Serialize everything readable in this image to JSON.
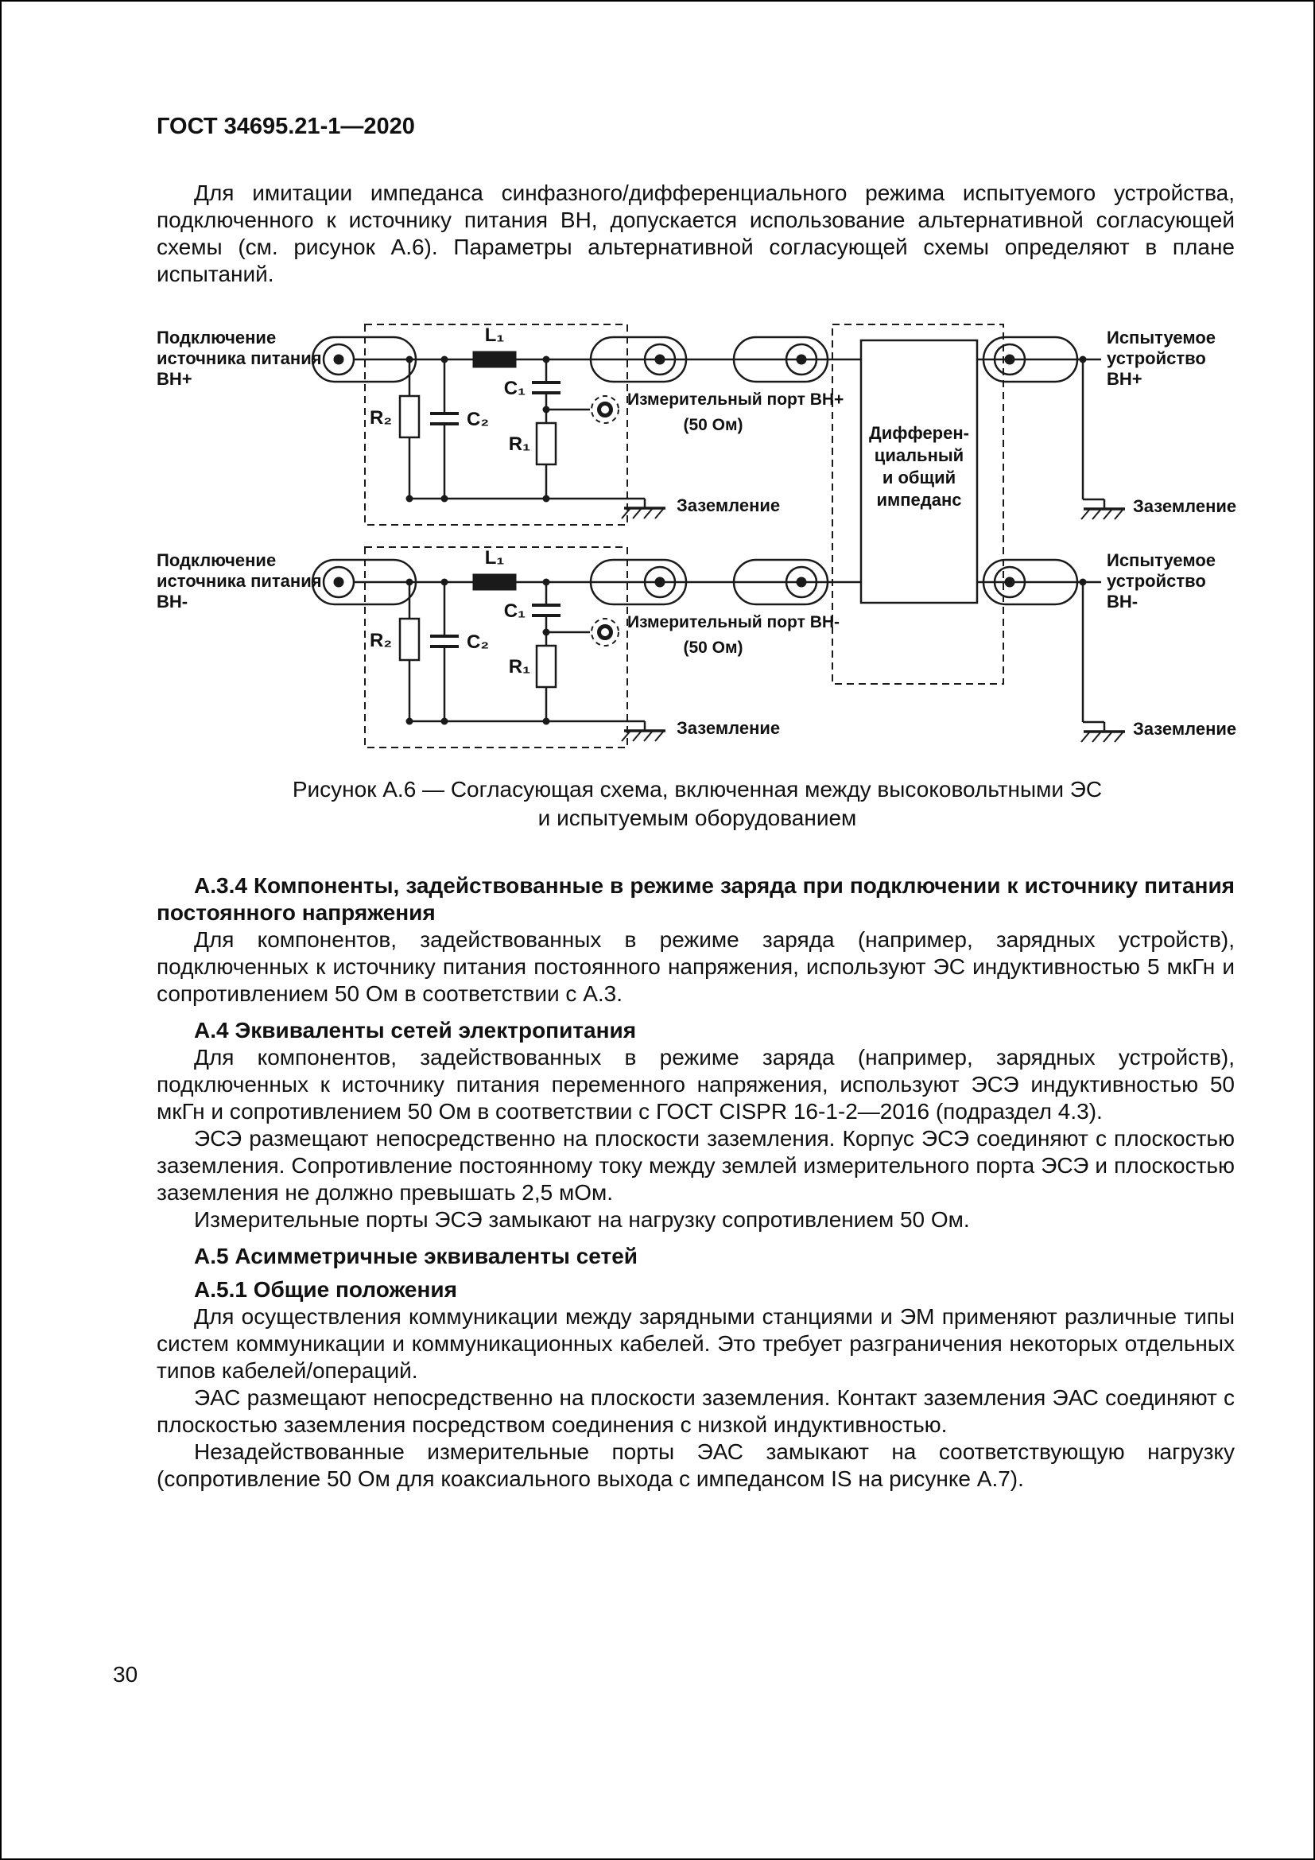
{
  "header": {
    "title": "ГОСТ 34695.21-1—2020"
  },
  "intro": {
    "p1": "Для имитации импеданса синфазного/дифференциального режима испытуемого устройства, подключенного к источнику питания ВН, допускается использование альтернативной согласующей схемы (см. рисунок А.6). Параметры альтернативной согласующей схемы определяют в плане испытаний."
  },
  "figure": {
    "caption1": "Рисунок А.6 — Согласующая схема, включенная между высоковольтными ЭС",
    "caption2": "и испытуемым оборудованием",
    "source_plus": {
      "l1": "Подключение",
      "l2": "источника питания",
      "l3": "ВН+"
    },
    "source_minus": {
      "l1": "Подключение",
      "l2": "источника питания",
      "l3": "ВН-"
    },
    "device_plus": {
      "l1": "Испытуемое",
      "l2": "устройство",
      "l3": "ВН+"
    },
    "device_minus": {
      "l1": "Испытуемое",
      "l2": "устройство",
      "l3": "ВН-"
    },
    "impedance": {
      "l1": "Дифферен-",
      "l2": "циальный",
      "l3": "и общий",
      "l4": "импеданс"
    },
    "components": {
      "L1": "L₁",
      "C1": "C₁",
      "R1": "R₁",
      "R2": "R₂",
      "C2": "C₂"
    },
    "port_plus": {
      "l1": "Измерительный порт ВН+",
      "l2": "(50 Ом)"
    },
    "port_minus": {
      "l1": "Измерительный порт ВН-",
      "l2": "(50 Ом)"
    },
    "ground": "Заземление"
  },
  "sections": {
    "a34_heading": "А.3.4 Компоненты, задействованные в режиме заряда при подключении к источнику питания постоянного напряжения",
    "a34_p1": "Для компонентов, задействованных в режиме заряда (например, зарядных устройств), подключенных к источнику питания постоянного напряжения, используют ЭС индуктивностью 5 мкГн и сопротивлением 50 Ом в соответствии с А.3.",
    "a4_heading": "А.4 Эквиваленты сетей электропитания",
    "a4_p1": "Для компонентов, задействованных в режиме заряда (например, зарядных устройств), подключенных к источнику питания переменного напряжения, используют ЭСЭ индуктивностью 50 мкГн и сопротивлением 50 Ом в соответствии с ГОСТ CISPR 16-1-2—2016 (подраздел 4.3).",
    "a4_p2": "ЭСЭ размещают непосредственно на плоскости заземления. Корпус ЭСЭ соединяют с плоскостью заземления. Сопротивление постоянному току между землей измерительного порта ЭСЭ и плоскостью заземления не должно превышать 2,5 мОм.",
    "a4_p3": "Измерительные порты ЭСЭ замыкают на нагрузку сопротивлением 50 Ом.",
    "a5_heading": "А.5 Асимметричные эквиваленты сетей",
    "a51_heading": "А.5.1 Общие положения",
    "a51_p1": "Для осуществления коммуникации между зарядными станциями и ЭМ применяют различные типы систем коммуникации и коммуникационных кабелей. Это требует разграничения некоторых отдельных типов кабелей/операций.",
    "a51_p2": "ЭАС размещают непосредственно на плоскости заземления. Контакт заземления ЭАС соединяют с плоскостью заземления посредством соединения с низкой индуктивностью.",
    "a51_p3": "Незадействованные измерительные порты ЭАС замыкают на соответствующую нагрузку (сопротивление 50 Ом для коаксиального выхода с импедансом IS на рисунке А.7)."
  },
  "footer": {
    "page_number": "30"
  },
  "colors": {
    "ink": "#1a1a1a",
    "paper": "#ffffff"
  }
}
